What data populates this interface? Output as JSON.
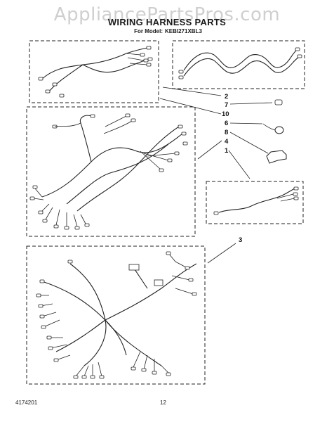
{
  "watermark": "AppliancePartsPros.com",
  "title": "WIRING HARNESS PARTS",
  "model_label": "For Model:",
  "model_number": "KEBI271XBL3",
  "callouts": [
    "2",
    "7",
    "10",
    "6",
    "8",
    "4",
    "1",
    "3"
  ],
  "footer_code": "4174201",
  "page_number": "12"
}
